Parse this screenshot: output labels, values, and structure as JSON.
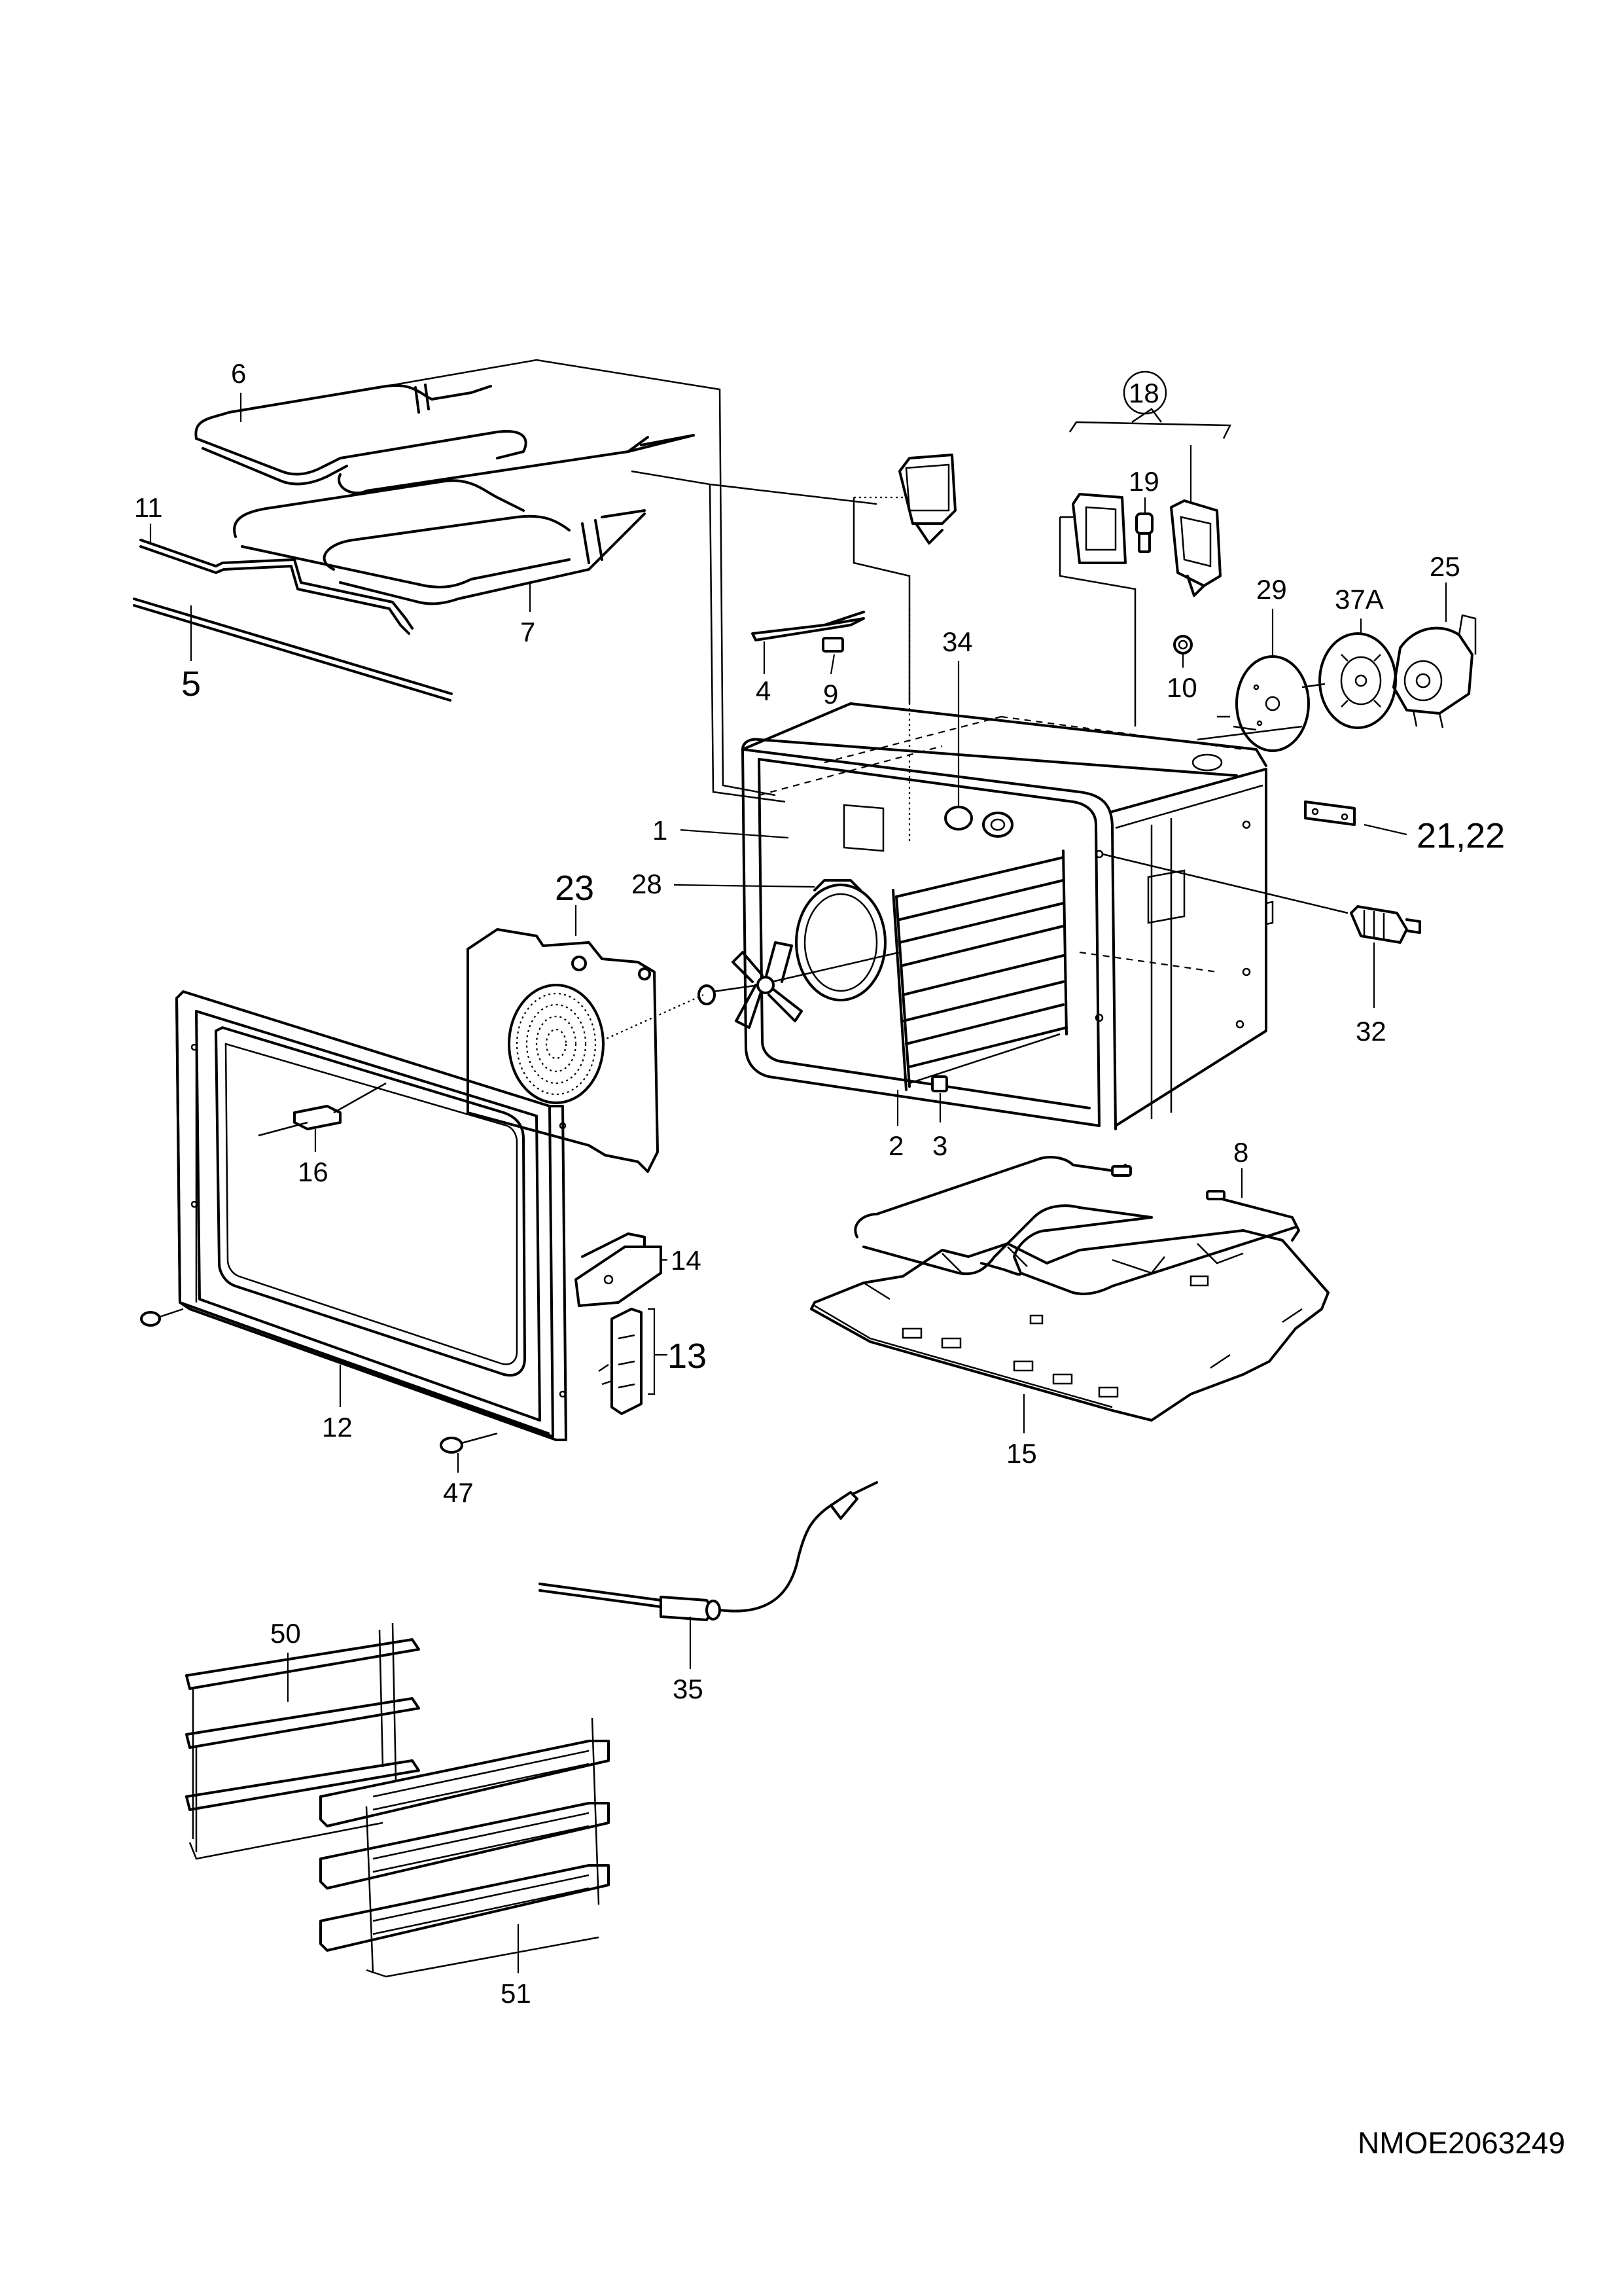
{
  "drawing_code": "NMOE2063249",
  "callouts": [
    {
      "id": "c6",
      "text": "6"
    },
    {
      "id": "c11",
      "text": "11"
    },
    {
      "id": "c7",
      "text": "7"
    },
    {
      "id": "c5",
      "text": "5"
    },
    {
      "id": "c4",
      "text": "4"
    },
    {
      "id": "c9",
      "text": "9"
    },
    {
      "id": "c34",
      "text": "34"
    },
    {
      "id": "c18",
      "text": "18"
    },
    {
      "id": "c19",
      "text": "19"
    },
    {
      "id": "c10",
      "text": "10"
    },
    {
      "id": "c29",
      "text": "29"
    },
    {
      "id": "c37A",
      "text": "37A"
    },
    {
      "id": "c25",
      "text": "25"
    },
    {
      "id": "c21_22",
      "text": "21,22"
    },
    {
      "id": "c1",
      "text": "1"
    },
    {
      "id": "c23",
      "text": "23"
    },
    {
      "id": "c28",
      "text": "28"
    },
    {
      "id": "c32",
      "text": "32"
    },
    {
      "id": "c2",
      "text": "2"
    },
    {
      "id": "c3",
      "text": "3"
    },
    {
      "id": "c16",
      "text": "16"
    },
    {
      "id": "c8",
      "text": "8"
    },
    {
      "id": "c14",
      "text": "14"
    },
    {
      "id": "c13",
      "text": "13"
    },
    {
      "id": "c15",
      "text": "15"
    },
    {
      "id": "c12",
      "text": "12"
    },
    {
      "id": "c47",
      "text": "47"
    },
    {
      "id": "c35",
      "text": "35"
    },
    {
      "id": "c50",
      "text": "50"
    },
    {
      "id": "c51",
      "text": "51"
    }
  ]
}
